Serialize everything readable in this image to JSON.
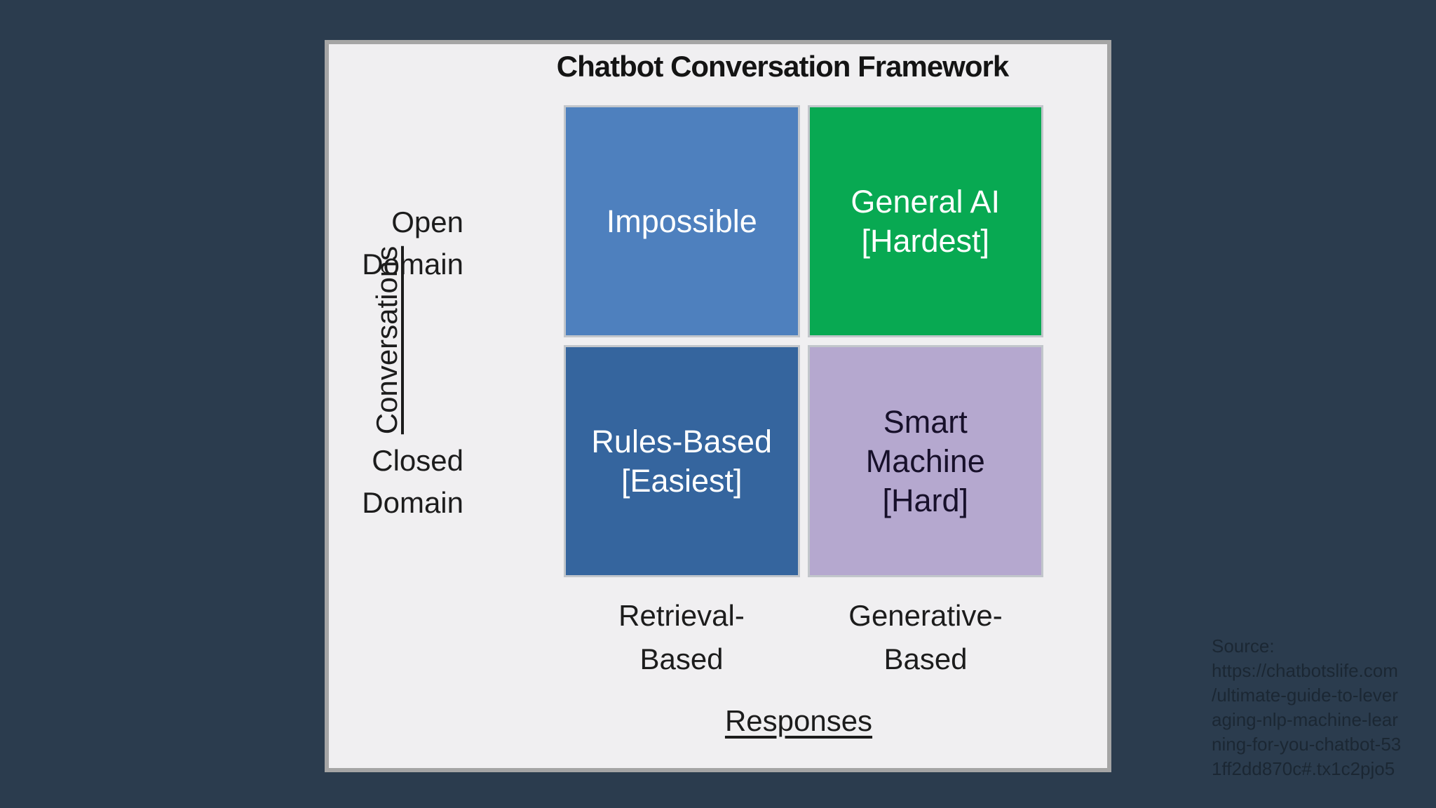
{
  "page": {
    "background_color": "#2b3c4e"
  },
  "panel": {
    "title": "Chatbot Conversation Framework",
    "background_color": "#f0eff1",
    "border_color": "#a5a5a5"
  },
  "matrix": {
    "y_axis": {
      "label": "Conversations",
      "rows": [
        {
          "label": "Open\nDomain"
        },
        {
          "label": "Closed\nDomain"
        }
      ]
    },
    "x_axis": {
      "label": "Responses",
      "cols": [
        {
          "label": "Retrieval-\nBased"
        },
        {
          "label": "Generative-\nBased"
        }
      ]
    },
    "quadrants": [
      {
        "label": "Impossible",
        "color": "#4e80be",
        "text_color": "#ffffff"
      },
      {
        "label": "General AI\n[Hardest]",
        "color": "#08a952",
        "text_color": "#ffffff"
      },
      {
        "label": "Rules-Based\n[Easiest]",
        "color": "#35659e",
        "text_color": "#ffffff"
      },
      {
        "label": "Smart\nMachine\n[Hard]",
        "color": "#b5a8cf",
        "text_color": "#17102a"
      }
    ]
  },
  "source": {
    "text": "Source:\nhttps://chatbotslife.com\n/ultimate-guide-to-lever\naging-nlp-machine-lear\nning-for-you-chatbot-53\n1ff2dd870c#.tx1c2pjo5"
  }
}
